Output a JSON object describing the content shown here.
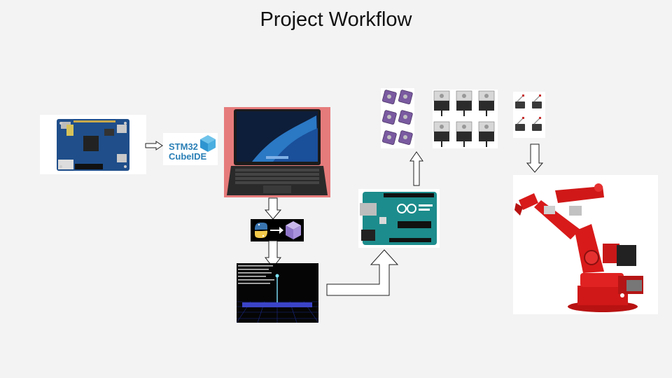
{
  "slide": {
    "title": "Project Workflow"
  },
  "cubeide_logo": {
    "line1": "STM32",
    "line2": "CubeIDE"
  },
  "colors": {
    "arrow_fill": "#ffffff",
    "arrow_stroke": "#222222",
    "stm_blue": "#2a7fb6",
    "robot_red": "#d01818"
  },
  "icons": [
    "stm32-board-icon",
    "cubeide-logo-icon",
    "laptop-icon",
    "python-to-3d-icon",
    "simulation-screen-icon",
    "arduino-uno-icon",
    "stepper-driver-icon",
    "stepper-motor-icon",
    "limit-switch-icon",
    "robot-arm-icon",
    "arrow-icon"
  ]
}
